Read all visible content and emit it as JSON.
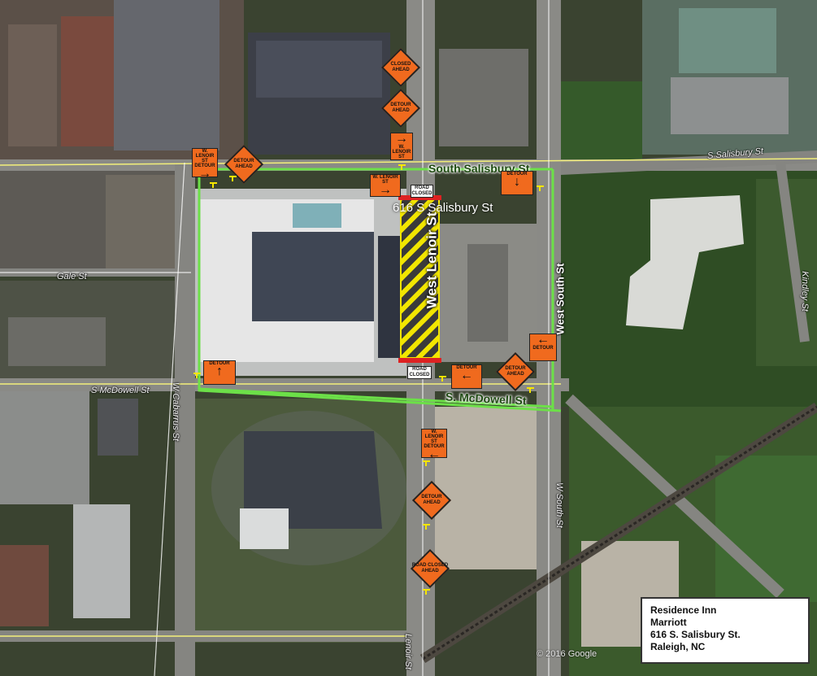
{
  "map": {
    "copyright": "© 2016 Google",
    "legend": {
      "line1": "Residence Inn",
      "line2": "Marriott",
      "line3": "616 S. Salisbury St.",
      "line4": "Raleigh, NC"
    },
    "street_labels": {
      "south_salisbury": "South Salisbury St",
      "s_salisbury_e": "S Salisbury St",
      "salisbury_lot": "616 S Salisbury St",
      "gale": "Gale St",
      "s_mcdowell_w": "S McDowell St",
      "s_mcdowell_main": "S. McDowell St",
      "west_south": "West South St",
      "w_south": "W South St",
      "w_cabarrus": "W Cabarrus St",
      "lenoir_bottom": "Lenoir St",
      "kindley": "Kindley St",
      "west_lenoir": "West Lenoir St"
    },
    "signs": {
      "detour_ahead": "DETOUR AHEAD",
      "closed_ahead": "CLOSED AHEAD",
      "road_closed_ahead": "ROAD CLOSED AHEAD",
      "road_closed": "ROAD CLOSED",
      "detour": "DETOUR",
      "w_lenoir_st": "W. LENOIR ST"
    },
    "colors": {
      "detour_route": "#6ce048",
      "closure_hatch": "#f2e600",
      "sign_orange": "#f06a1e"
    },
    "icons": [
      "detour-diamond-sign",
      "detour-arrow-sign",
      "road-closed-barricade",
      "sign-post-icon"
    ]
  }
}
